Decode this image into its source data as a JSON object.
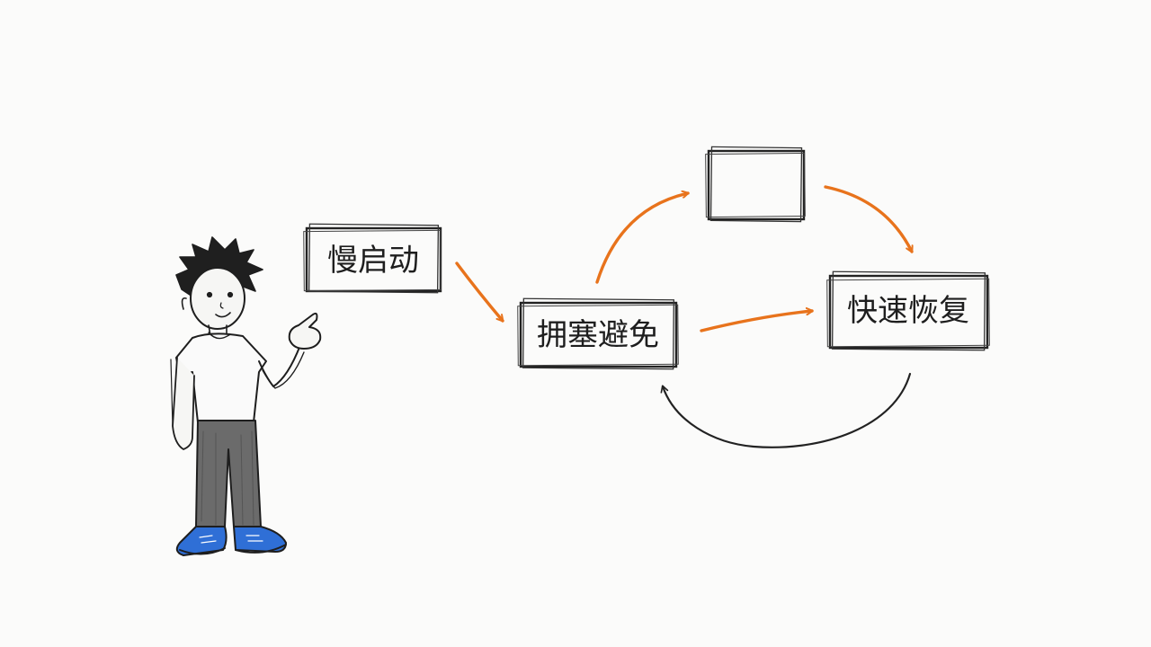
{
  "diagram": {
    "nodes": [
      {
        "id": "slow-start",
        "label": "慢启动"
      },
      {
        "id": "congestion-avoidance",
        "label": "拥塞避免"
      },
      {
        "id": "unlabeled",
        "label": ""
      },
      {
        "id": "fast-recovery",
        "label": "快速恢复"
      }
    ],
    "edges": [
      {
        "from": "slow-start",
        "to": "congestion-avoidance",
        "color": "#e8731c"
      },
      {
        "from": "congestion-avoidance",
        "to": "unlabeled",
        "color": "#e8731c"
      },
      {
        "from": "unlabeled",
        "to": "fast-recovery",
        "color": "#e8731c"
      },
      {
        "from": "congestion-avoidance",
        "to": "fast-recovery",
        "color": "#e8731c"
      },
      {
        "from": "fast-recovery",
        "to": "congestion-avoidance",
        "color": "#222222"
      }
    ]
  },
  "colors": {
    "background": "#fbfbfa",
    "arrow_orange": "#e8731c",
    "ink": "#1e1e1e",
    "shoe_blue": "#2f6fd6",
    "pants_gray": "#6b6b6b"
  },
  "figure": {
    "icon": "pointing-person-icon"
  }
}
